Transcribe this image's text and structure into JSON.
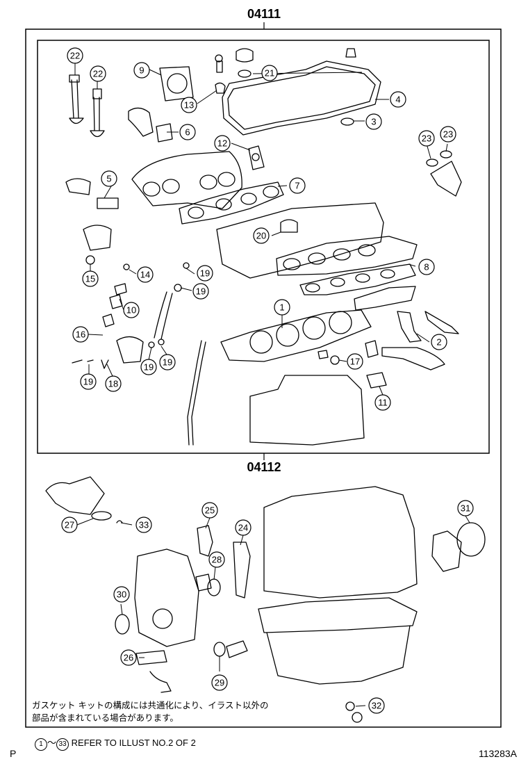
{
  "diagram": {
    "upper_group_code": "04111",
    "lower_group_code": "04112",
    "callouts": [
      "1",
      "2",
      "3",
      "4",
      "5",
      "6",
      "7",
      "8",
      "9",
      "10",
      "11",
      "12",
      "13",
      "14",
      "15",
      "16",
      "17",
      "18",
      "19",
      "19",
      "19",
      "19",
      "19",
      "20",
      "21",
      "22",
      "22",
      "23",
      "23",
      "24",
      "25",
      "26",
      "27",
      "28",
      "29",
      "30",
      "31",
      "32",
      "33"
    ],
    "note_line1": "ガスケット キットの構成には共通化により、イラスト以外の",
    "note_line2": "部品が含まれている場合があります。",
    "refer": {
      "from": "1",
      "tilde": "～",
      "to": "33",
      "text": "REFER TO ILLUST NO.2 OF 2"
    },
    "corner_left": "P",
    "corner_right": "113283A"
  }
}
